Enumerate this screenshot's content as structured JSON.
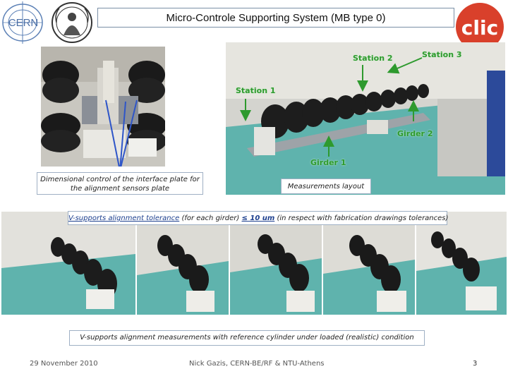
{
  "header": {
    "title": "Micro-Controle Supporting System (MB type 0)",
    "cern_logo_text": "CERN",
    "clic_logo_text": "clic"
  },
  "top_left": {
    "caption": "Dimensional control of the interface plate for the alignment sensors plate"
  },
  "top_right": {
    "caption": "Measurements layout",
    "labels": {
      "station2": "Station 2",
      "station3": "Station 3",
      "station1": "Station 1",
      "girder2": "Girder 2",
      "girder1": "Girder 1"
    }
  },
  "tolerance": {
    "lead": "V-supports alignment tolerance",
    "mid": " (for each girder) ",
    "value": "≤ 10 um",
    "tail": " (in respect with fabrication drawings tolerances)"
  },
  "measurements_caption": "V-supports alignment measurements with reference cylinder under loaded (realistic) condition",
  "footer": {
    "date": "29 November 2010",
    "author": "Nick Gazis, CERN-BE/RF & NTU-Athens",
    "page": "3"
  },
  "colors": {
    "label_green": "#2e9a2e",
    "title_border": "#7a8fa6",
    "clic_red": "#d9402b",
    "floor": "#5fb3ad"
  }
}
